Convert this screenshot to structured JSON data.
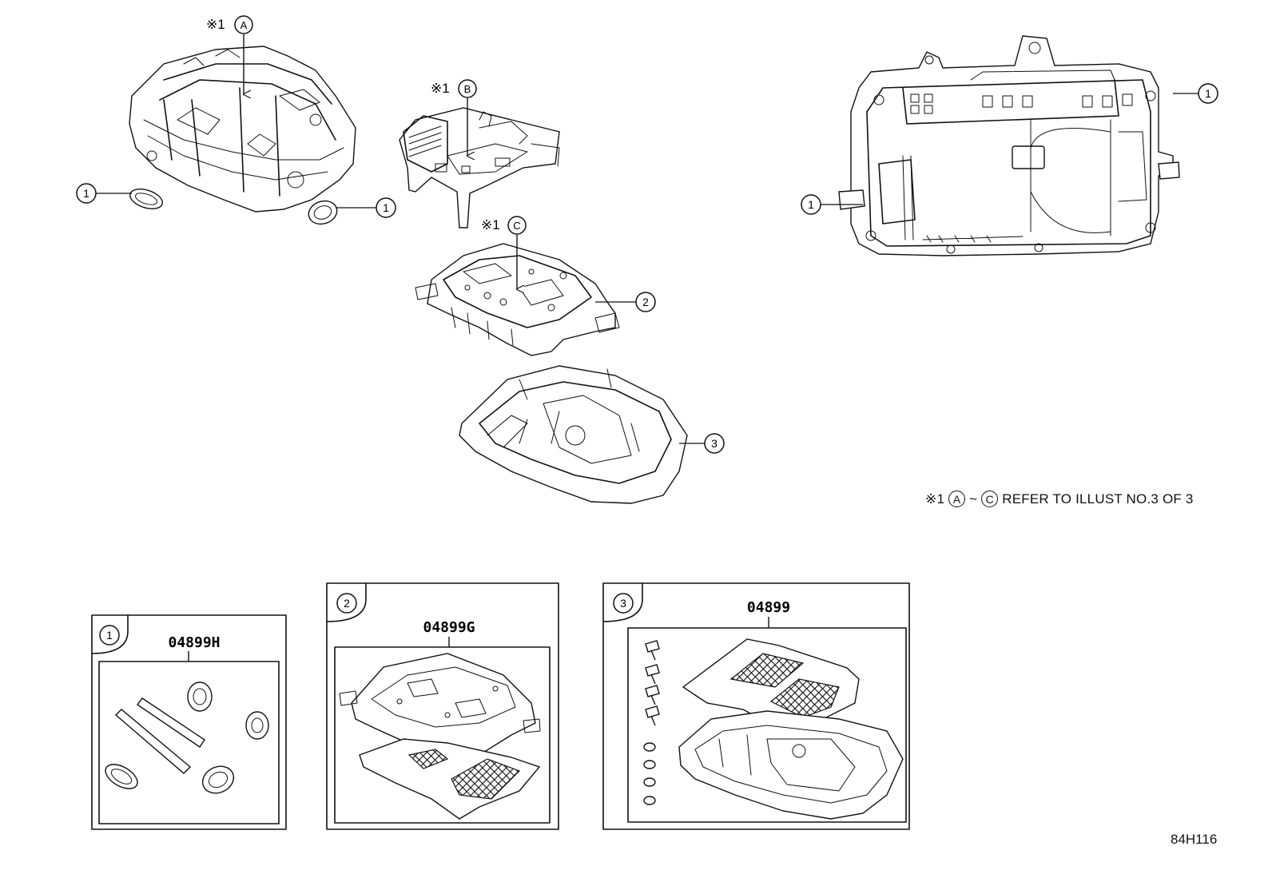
{
  "callouts": {
    "part1": "1",
    "part2": "2",
    "part3": "3"
  },
  "refs": {
    "mark": "※1",
    "a": "A",
    "b": "B",
    "c": "C"
  },
  "note": {
    "mark": "※1",
    "from": "A",
    "tilde": "~",
    "to": "C",
    "text": "REFER TO ILLUST NO.3 OF 3"
  },
  "kits": [
    {
      "number": "1",
      "part_no": "04899H"
    },
    {
      "number": "2",
      "part_no": "04899G"
    },
    {
      "number": "3",
      "part_no": "04899"
    }
  ],
  "figure_code": "84H116"
}
